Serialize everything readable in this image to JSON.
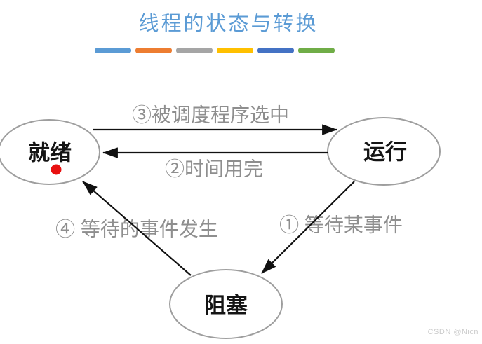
{
  "title": "线程的状态与转换",
  "title_underline": {
    "dash_colors": [
      "#5B9BD5",
      "#ED7D31",
      "#A5A5A5",
      "#FFC000",
      "#4472C4",
      "#70AD47"
    ]
  },
  "diagram": {
    "nodes": {
      "ready": {
        "label": "就绪"
      },
      "running": {
        "label": "运行"
      },
      "blocked": {
        "label": "阻塞"
      }
    },
    "current_state_dot": {
      "color": "#e81010"
    },
    "edges": {
      "scheduled": {
        "label": "③被调度程序选中",
        "from": "就绪",
        "to": "运行"
      },
      "time_up": {
        "label": "②时间用完",
        "from": "运行",
        "to": "就绪"
      },
      "wait_event": {
        "label": "① 等待某事件",
        "from": "运行",
        "to": "阻塞"
      },
      "event_occurs": {
        "label": "④ 等待的事件发生",
        "from": "阻塞",
        "to": "就绪"
      }
    }
  },
  "colors": {
    "title_text": "#5b9bd5",
    "edge_label_text": "#8e8e8e",
    "node_border": "#9e9e9e",
    "node_text": "#141414",
    "arrow": "#111111"
  },
  "watermark": "CSDN @Nicn"
}
